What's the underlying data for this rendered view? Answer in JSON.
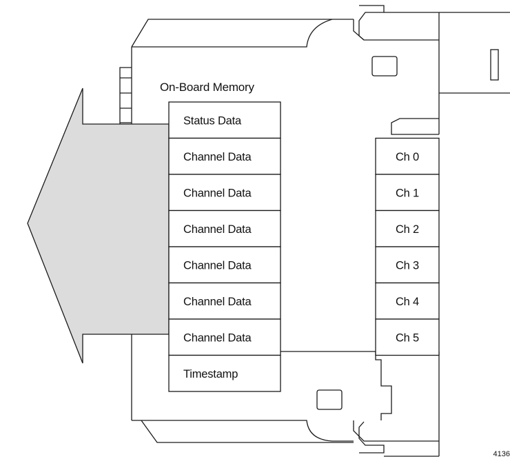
{
  "memory": {
    "title": "On-Board Memory",
    "rows": [
      "Status Data",
      "Channel Data",
      "Channel Data",
      "Channel Data",
      "Channel Data",
      "Channel Data",
      "Channel Data",
      "Timestamp"
    ]
  },
  "channels": [
    "Ch 0",
    "Ch 1",
    "Ch 2",
    "Ch 3",
    "Ch 4",
    "Ch 5"
  ],
  "figure_number": "4136",
  "colors": {
    "arrow_fill": "#dcdcdc",
    "stroke": "#1a1a1a",
    "background": "#ffffff"
  }
}
